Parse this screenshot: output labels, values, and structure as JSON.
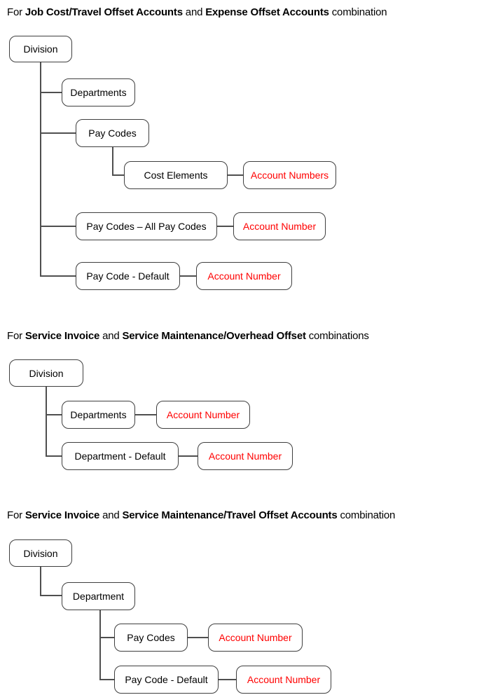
{
  "colors": {
    "red_text": "#ff0000",
    "box_border": "#3f3f3f",
    "connector": "#4f4f4f",
    "title_text": "#000000"
  },
  "sections": [
    {
      "id": "job-cost-travel-expense-offset",
      "title": {
        "prefix": "For ",
        "bold1": "Job Cost/Travel Offset Accounts",
        "conj": " and ",
        "bold2": "Expense Offset Accounts",
        "suffix": " combination"
      },
      "nodes": {
        "division": {
          "label": "Division"
        },
        "departments": {
          "label": "Departments"
        },
        "pay_codes": {
          "label": "Pay Codes"
        },
        "cost_elements": {
          "label": "Cost Elements"
        },
        "account_numbers": {
          "label": "Account Numbers",
          "emphasis": "red"
        },
        "pay_codes_all": {
          "label": "Pay Codes – All Pay Codes"
        },
        "account_number_all": {
          "label": "Account Number",
          "emphasis": "red"
        },
        "pay_code_default": {
          "label": "Pay Code - Default"
        },
        "account_number_default": {
          "label": "Account Number",
          "emphasis": "red"
        }
      }
    },
    {
      "id": "service-invoice-overhead-offset",
      "title": {
        "prefix": "For ",
        "bold1": "Service Invoice",
        "conj": " and ",
        "bold2": "Service Maintenance/Overhead Offset",
        "suffix": " combinations"
      },
      "nodes": {
        "division": {
          "label": "Division"
        },
        "departments": {
          "label": "Departments"
        },
        "account_number_departments": {
          "label": "Account Number",
          "emphasis": "red"
        },
        "department_default": {
          "label": "Department - Default"
        },
        "account_number_default": {
          "label": "Account Number",
          "emphasis": "red"
        }
      }
    },
    {
      "id": "service-invoice-travel-offset",
      "title": {
        "prefix": "For ",
        "bold1": "Service Invoice",
        "conj": " and ",
        "bold2": "Service Maintenance/Travel Offset Accounts",
        "suffix": " combination"
      },
      "nodes": {
        "division": {
          "label": "Division"
        },
        "department": {
          "label": "Department"
        },
        "pay_codes": {
          "label": "Pay Codes"
        },
        "account_number_pay_codes": {
          "label": "Account Number",
          "emphasis": "red"
        },
        "pay_code_default": {
          "label": "Pay Code - Default"
        },
        "account_number_default": {
          "label": "Account Number",
          "emphasis": "red"
        }
      }
    }
  ]
}
